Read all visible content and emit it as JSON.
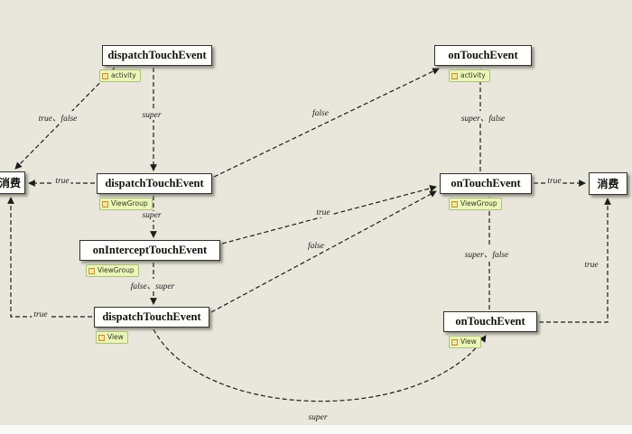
{
  "diagram_title": "Android touch event dispatch flow",
  "colors": {
    "background": "#e9e6dc",
    "node_fill": "#fffffe",
    "node_border": "#33332d",
    "tag_fill": "#eaf6b9",
    "tag_border": "#aebf7e",
    "edge_line": "#1d1d1a"
  },
  "nodes": [
    {
      "label": "dispatchTouchEvent",
      "tag": "activity"
    },
    {
      "label": "onTouchEvent",
      "tag": "activity"
    },
    {
      "label": "消费"
    },
    {
      "label": "dispatchTouchEvent",
      "tag": "ViewGroup"
    },
    {
      "label": "onTouchEvent",
      "tag": "ViewGroup"
    },
    {
      "label": "消费"
    },
    {
      "label": "onInterceptTouchEvent",
      "tag": "ViewGroup"
    },
    {
      "label": "dispatchTouchEvent",
      "tag": "View"
    },
    {
      "label": "onTouchEvent",
      "tag": "View"
    }
  ],
  "edges": [
    {
      "from": "dispatchTouchEvent(activity)",
      "to": "消费(left)",
      "label": "true、false"
    },
    {
      "from": "dispatchTouchEvent(activity)",
      "to": "dispatchTouchEvent(ViewGroup)",
      "label": "super"
    },
    {
      "from": "dispatchTouchEvent(ViewGroup)",
      "to": "onTouchEvent(activity)",
      "label": "false"
    },
    {
      "from": "onTouchEvent(ViewGroup)",
      "to": "onTouchEvent(activity)",
      "label": "super、false"
    },
    {
      "from": "dispatchTouchEvent(ViewGroup)",
      "to": "消费(left)",
      "label": "true"
    },
    {
      "from": "onTouchEvent(ViewGroup)",
      "to": "消费(right)",
      "label": "true"
    },
    {
      "from": "dispatchTouchEvent(ViewGroup)",
      "to": "onInterceptTouchEvent",
      "label": "super"
    },
    {
      "from": "onInterceptTouchEvent",
      "to": "onTouchEvent(ViewGroup)",
      "label": "true"
    },
    {
      "from": "dispatchTouchEvent(View)",
      "to": "onTouchEvent(ViewGroup)",
      "label": "false"
    },
    {
      "from": "onInterceptTouchEvent",
      "to": "dispatchTouchEvent(View)",
      "label": "false、super"
    },
    {
      "from": "onTouchEvent(View)",
      "to": "onTouchEvent(ViewGroup)",
      "label": "super、false"
    },
    {
      "from": "onTouchEvent(View)",
      "to": "消费(right)",
      "label": "true"
    },
    {
      "from": "dispatchTouchEvent(View)",
      "to": "消费(left)",
      "label": "true"
    },
    {
      "from": "dispatchTouchEvent(View)",
      "to": "onTouchEvent(View)",
      "label": "super"
    }
  ]
}
